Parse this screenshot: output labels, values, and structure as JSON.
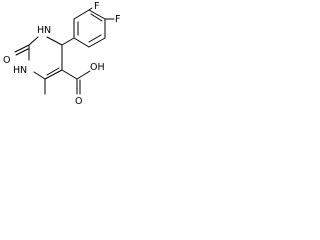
{
  "structure": {
    "atoms": {
      "fluorine_top": "F",
      "fluorine_right": "F",
      "ring_nh_upper": "H",
      "ring_n_upper": "N",
      "oxygen_carbonyl": "O",
      "ring_nh_lower": "H",
      "ring_n_lower": "N",
      "acid_oxygen_double": "O",
      "acid_oxygen_hydroxyl": "OH"
    },
    "colors": {
      "line": "#000000",
      "background": "#ffffff"
    }
  }
}
